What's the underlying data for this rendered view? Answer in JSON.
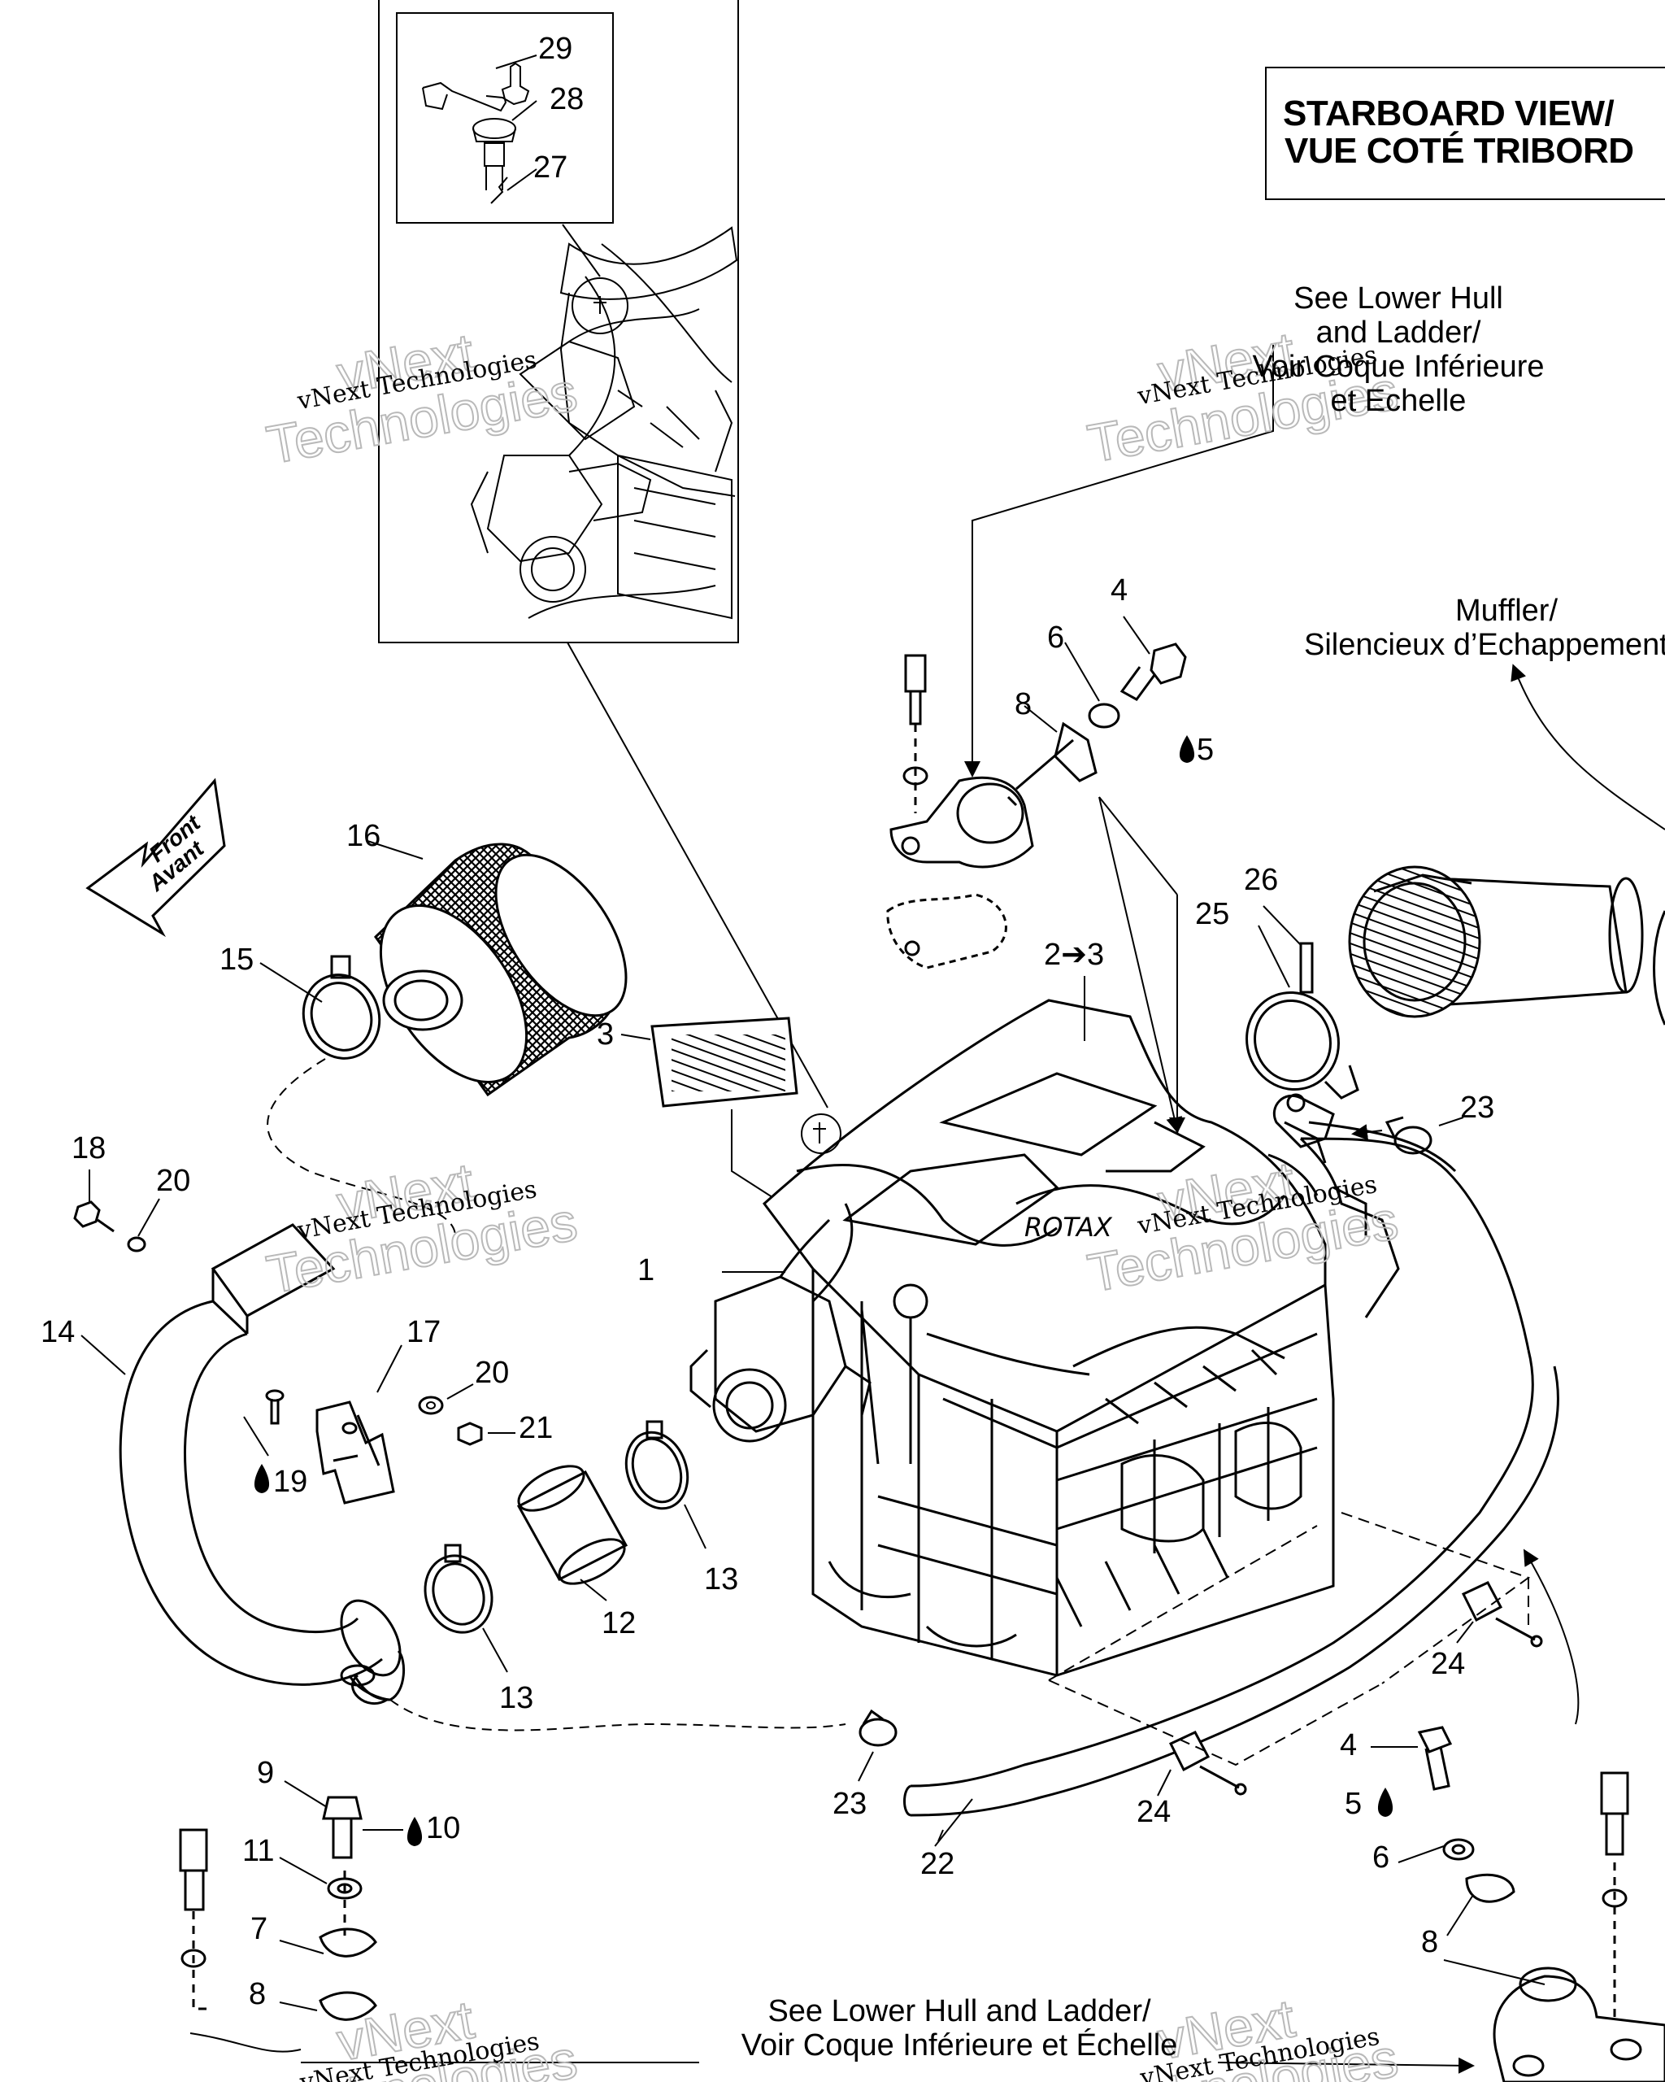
{
  "title": {
    "line1": "STARBOARD VIEW/",
    "line2": "VUE COTÉ TRIBORD"
  },
  "notes": {
    "lower_hull_top": [
      "See Lower Hull",
      "and Ladder/",
      "Voir Coque Inférieure",
      "et Echelle"
    ],
    "muffler": [
      "Muffler/",
      "Silencieux d’Echappement"
    ],
    "lower_hull_bottom": [
      "See Lower Hull and Ladder/",
      "Voir Coque Inférieure et Échelle"
    ]
  },
  "front_arrow": {
    "line1": "Front",
    "line2": "Avant"
  },
  "watermark": {
    "company": "vNext Technologies",
    "word1": "vNext",
    "word2": "Technologies"
  },
  "callouts": {
    "c1": "1",
    "c2_3": "2➔3",
    "c3": "3",
    "c4a": "4",
    "c4b": "4",
    "c5a": "5",
    "c5b": "5",
    "c6a": "6",
    "c6b": "6",
    "c7": "7",
    "c8a": "8",
    "c8b": "8",
    "c8c": "8",
    "c9": "9",
    "c10": "10",
    "c11": "11",
    "c12": "12",
    "c13a": "13",
    "c13b": "13",
    "c14": "14",
    "c15": "15",
    "c16": "16",
    "c17": "17",
    "c18": "18",
    "c19": "19",
    "c20a": "20",
    "c20b": "20",
    "c21": "21",
    "c22": "22",
    "c23a": "23",
    "c23b": "23",
    "c24a": "24",
    "c24b": "24",
    "c25": "25",
    "c26": "26",
    "c27": "27",
    "c28": "28",
    "c29": "29"
  },
  "colors": {
    "ink": "#000000",
    "watermark": "#b9b9b9"
  }
}
